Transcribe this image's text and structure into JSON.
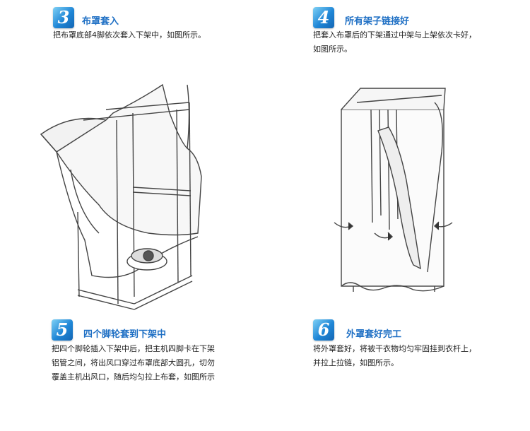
{
  "steps": [
    {
      "number": "3",
      "title": "布罩套入",
      "lines": [
        "把布罩底部4脚依次套入下架中，如图所示。"
      ]
    },
    {
      "number": "4",
      "title": "所有架子链接好",
      "lines": [
        "把套入布罩后的下架通过中架与上架依次卡好，",
        "如图所示。"
      ]
    },
    {
      "number": "5",
      "title": "四个脚轮套到下架中",
      "lines": [
        "把四个脚轮插入下架中后，把主机四脚卡在下架",
        "铝管之间，将出风口穿过布罩底部大圆孔，切勿",
        "覆盖主机出风口，随后均匀拉上布套，如图所示"
      ]
    },
    {
      "number": "6",
      "title": "外罩套好完工",
      "lines": [
        "将外罩套好，将被干衣物均匀牢固挂到衣杆上，",
        "并拉上拉链，如图所示。"
      ]
    }
  ],
  "colors": {
    "title": "#1e6fc4",
    "badge": "#1f86d6"
  }
}
